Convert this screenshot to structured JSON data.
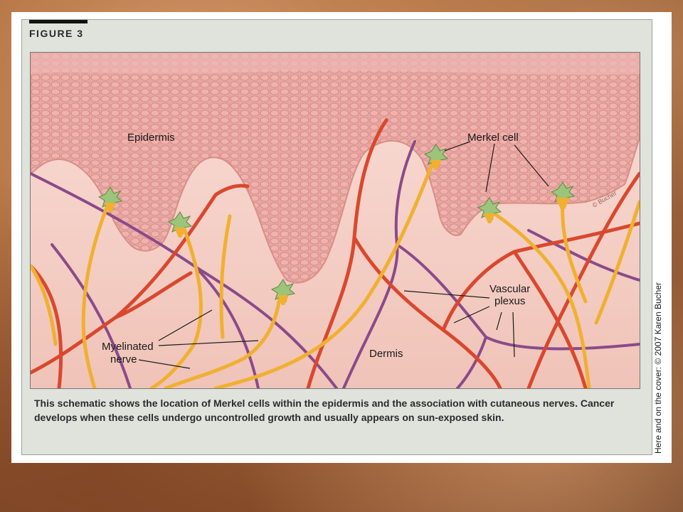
{
  "figure": {
    "label": "FIGURE 3",
    "labels": {
      "epidermis": "Epidermis",
      "merkel_cell": "Merkel cell",
      "vascular_plexus_line1": "Vascular",
      "vascular_plexus_line2": "plexus",
      "dermis": "Dermis",
      "myelinated_line1": "Myelinated",
      "myelinated_line2": "nerve"
    },
    "signature": "© Bucher",
    "caption": "This schematic shows the location of Merkel cells within the epidermis and the association with cutaneous nerves. Cancer develops when these cells undergo uncontrolled growth and usually appears on sun-exposed skin.",
    "credit": "Here and on the cover: © 2007 Karen Bucher"
  },
  "colors": {
    "epidermis": "#e8a3a0",
    "dermis": "#f3cfc6",
    "artery": "#d9482e",
    "vein": "#8a4a8a",
    "nerve": "#f0b030",
    "merkel": "#9cc47a"
  }
}
